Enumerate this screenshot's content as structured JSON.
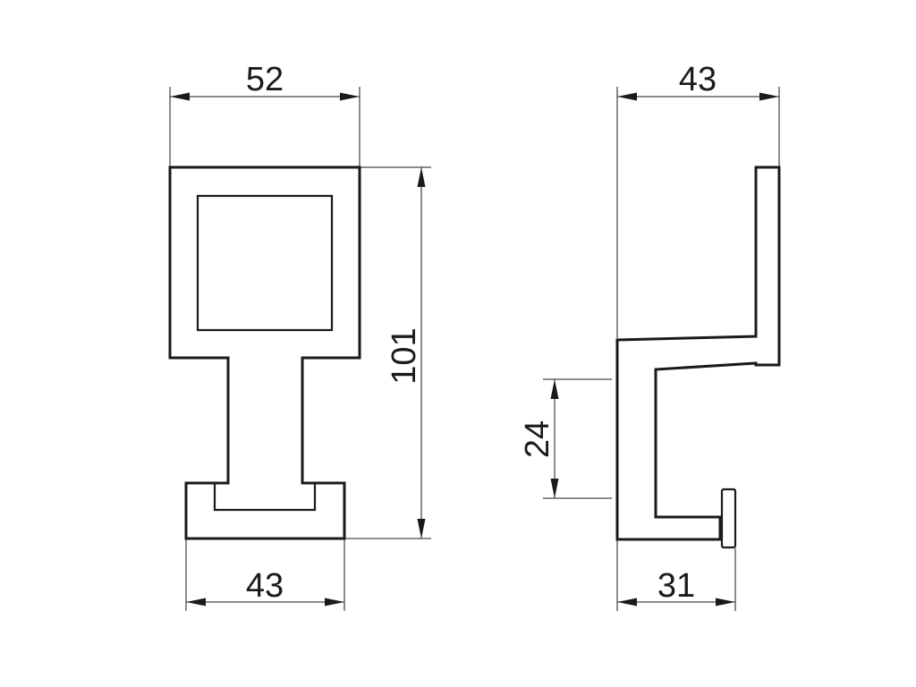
{
  "dimensions": {
    "front_width": "52",
    "front_height": "101",
    "front_base_width": "43",
    "side_depth": "43",
    "side_hook_height": "24",
    "side_hook_depth": "31"
  }
}
